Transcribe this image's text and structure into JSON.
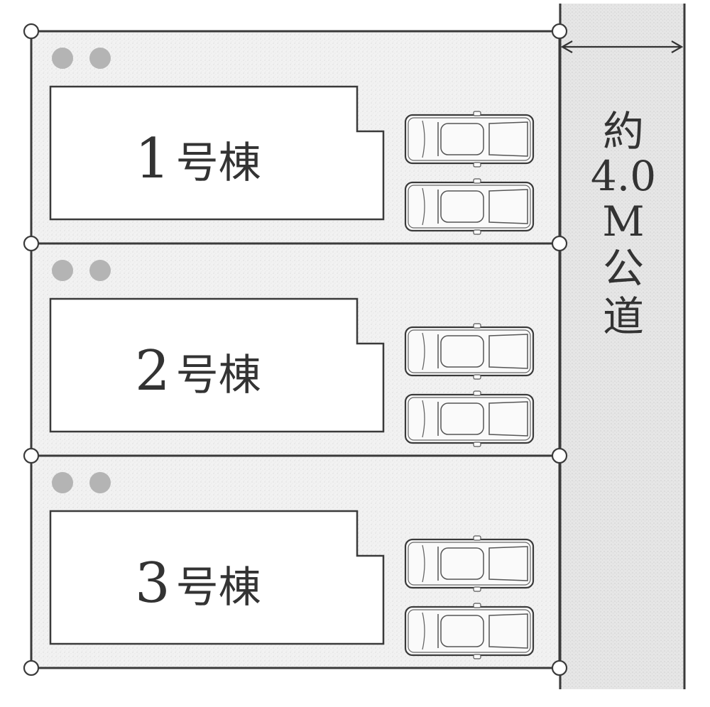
{
  "lots": [
    {
      "number": "1",
      "suffix": "号棟"
    },
    {
      "number": "2",
      "suffix": "号棟"
    },
    {
      "number": "3",
      "suffix": "号棟"
    }
  ],
  "road": {
    "label_lines": [
      "約",
      "4.0",
      "M",
      "公",
      "道"
    ]
  },
  "colors": {
    "line": "#3a3a3a",
    "lot_fill": "#f3f3f3",
    "road_fill": "#e9e9e9",
    "tree": "#b4b4b4",
    "house_fill": "#ffffff"
  },
  "icons": {
    "tree": "tree-icon",
    "car": "car-icon",
    "corner": "boundary-marker-icon",
    "width_arrow": "double-arrow-icon"
  }
}
